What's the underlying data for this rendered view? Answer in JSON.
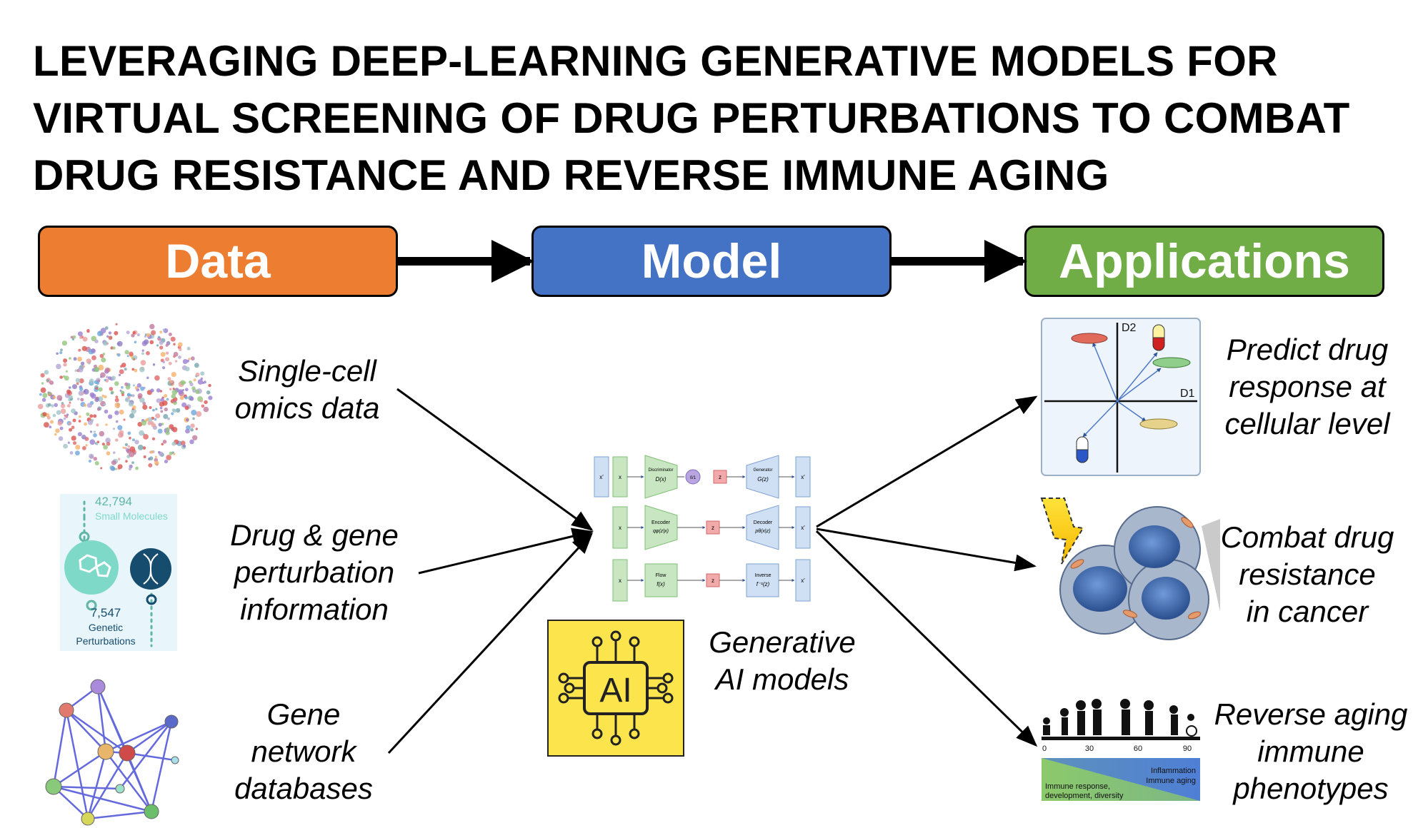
{
  "title": {
    "line1": "LEVERAGING DEEP-LEARNING GENERATIVE MODELS FOR",
    "line2": "VIRTUAL SCREENING OF DRUG PERTURBATIONS TO COMBAT",
    "line3": "DRUG RESISTANCE AND REVERSE IMMUNE AGING"
  },
  "stages": {
    "data": {
      "label": "Data",
      "color": "#ED7D31"
    },
    "model": {
      "label": "Model",
      "color": "#4472C4"
    },
    "applications": {
      "label": "Applications",
      "color": "#70AD47"
    }
  },
  "inputs": {
    "single_cell": {
      "line1": "Single-cell",
      "line2": "omics data"
    },
    "perturbation": {
      "line1": "Drug & gene",
      "line2": "perturbation",
      "line3": "information"
    },
    "network": {
      "line1": "Gene",
      "line2": "network",
      "line3": "databases"
    }
  },
  "perturb_panel": {
    "molecules_count": "42,794",
    "molecules_label": "Small Molecules",
    "genetic_count": "7,547",
    "genetic_label_1": "Genetic",
    "genetic_label_2": "Perturbations"
  },
  "model": {
    "caption_line1": "Generative",
    "caption_line2": "AI models",
    "ai_chip_label": "AI",
    "gan": {
      "x_prime": "x'",
      "x": "x",
      "disc_title": "Discriminator",
      "disc_fn": "D(x)",
      "out": "0/1",
      "z": "z",
      "gen_title": "Generator",
      "gen_fn": "G(z)",
      "x_out": "x'"
    },
    "vae": {
      "x": "x",
      "enc_title": "Encoder",
      "enc_fn": "qφ(z|x)",
      "z": "z",
      "dec_title": "Decoder",
      "dec_fn": "pθ(x|z)",
      "x_out": "x'"
    },
    "flow": {
      "x": "x",
      "flow_title": "Flow",
      "flow_fn": "f(x)",
      "z": "z",
      "inv_title": "Inverse",
      "inv_fn": "f⁻¹(z)",
      "x_out": "x'"
    }
  },
  "outputs": {
    "predict": {
      "line1": "Predict drug",
      "line2": "response at",
      "line3": "cellular level"
    },
    "resistance": {
      "line1": "Combat drug",
      "line2": "resistance",
      "line3": "in cancer"
    },
    "aging": {
      "line1": "Reverse aging",
      "line2": "immune",
      "line3": "phenotypes"
    }
  },
  "latent_plot": {
    "axis_y": "D2",
    "axis_x": "D1"
  },
  "aging_panel": {
    "ticks": [
      "0",
      "30",
      "60",
      "90"
    ],
    "label_right_1": "Inflammation",
    "label_right_2": "Immune aging",
    "label_left_1": "Immune response,",
    "label_left_2": "development, diversity"
  }
}
